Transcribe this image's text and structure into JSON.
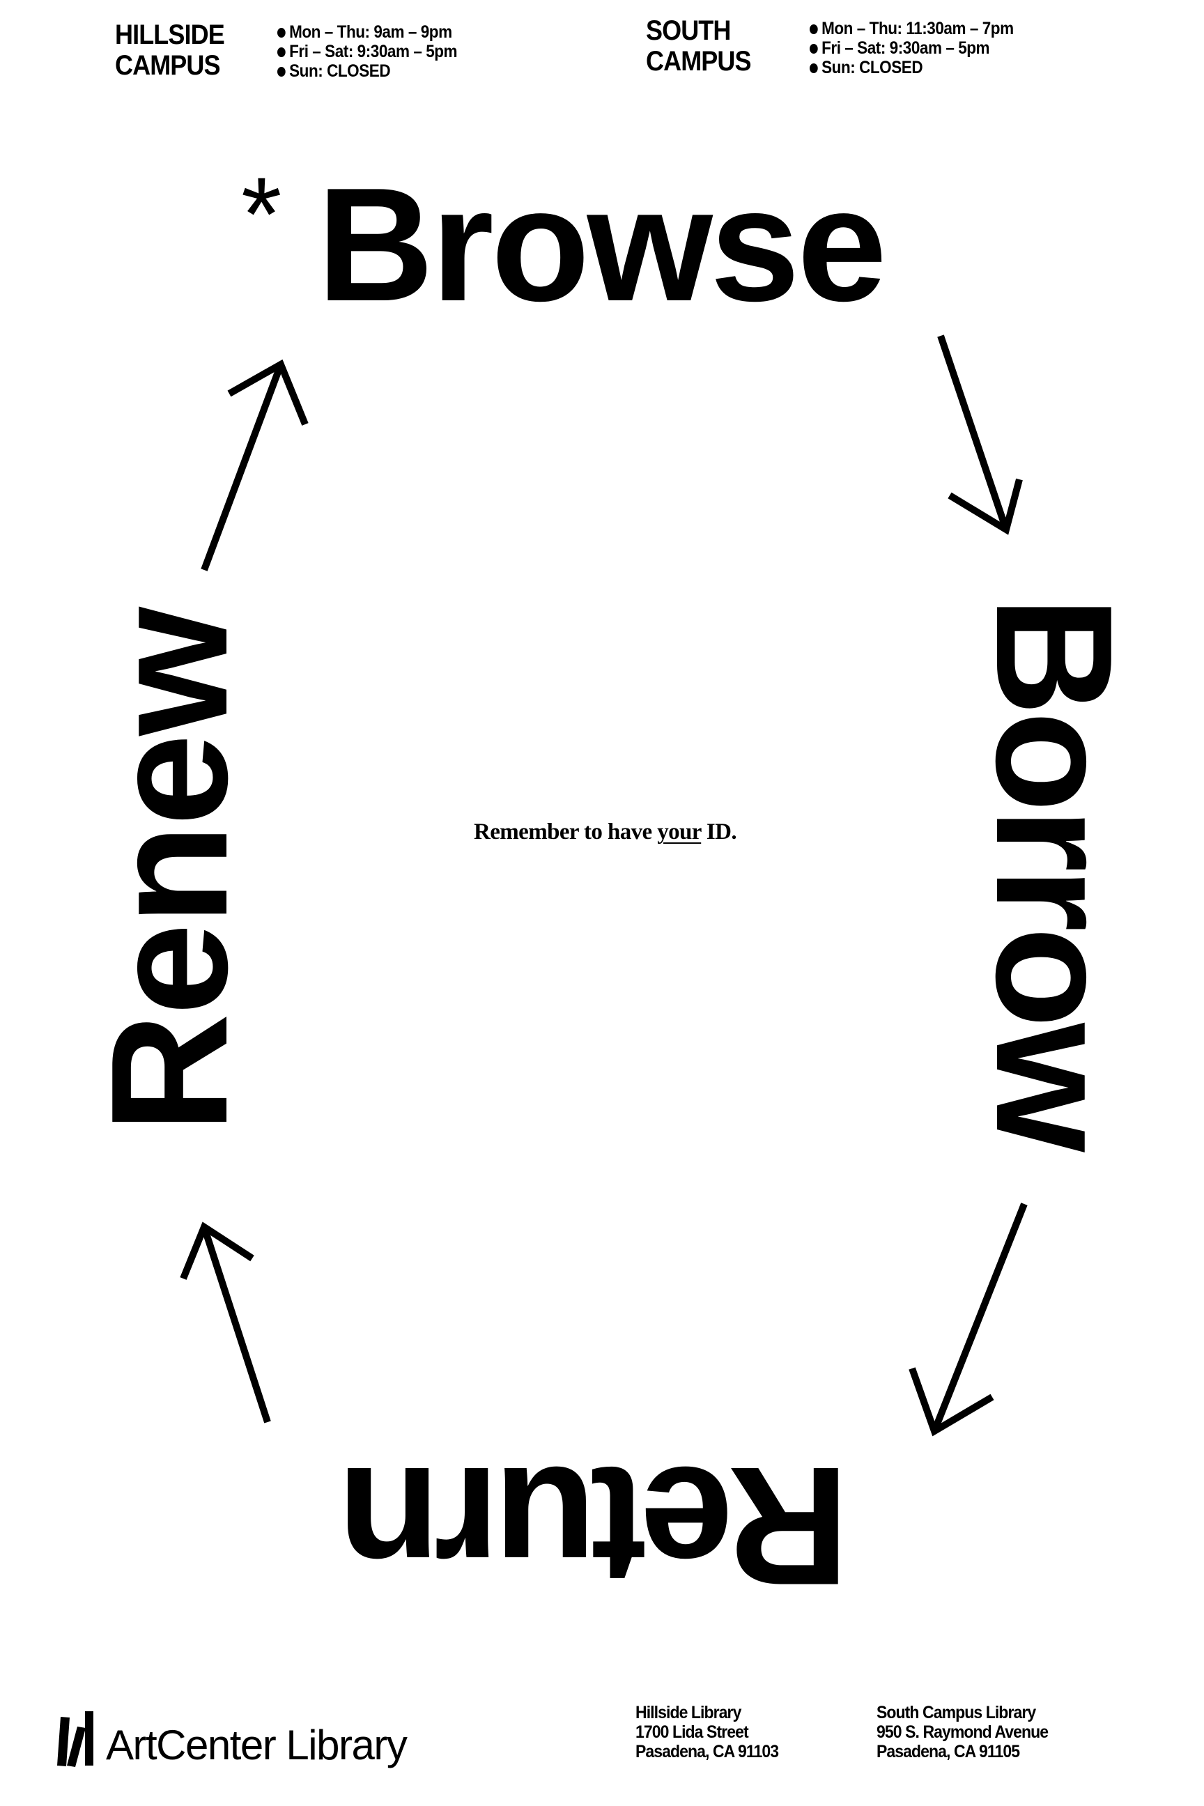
{
  "header": {
    "campuses": [
      {
        "name_line1": "HILLSIDE",
        "name_line2": "CAMPUS",
        "hours": [
          "Mon – Thu: 9am – 9pm",
          "Fri – Sat: 9:30am – 5pm",
          "Sun: CLOSED"
        ]
      },
      {
        "name_line1": "SOUTH",
        "name_line2": "CAMPUS",
        "hours": [
          "Mon – Thu: 11:30am – 7pm",
          "Fri – Sat: 9:30am – 5pm",
          "Sun: CLOSED"
        ]
      }
    ]
  },
  "cycle": {
    "asterisk": "*",
    "steps": [
      "Browse",
      "Borrow",
      "Return",
      "Renew"
    ]
  },
  "note": {
    "before": "Remember to have ",
    "emphasis": "your",
    "after": " ID."
  },
  "footer": {
    "brand": "ArtCenter Library",
    "addresses": [
      {
        "name": "Hillside Library",
        "street": "1700 Lida Street",
        "city": "Pasadena, CA 91103"
      },
      {
        "name": "South Campus Library",
        "street": "950 S. Raymond Avenue",
        "city": "Pasadena, CA 91105"
      }
    ]
  }
}
